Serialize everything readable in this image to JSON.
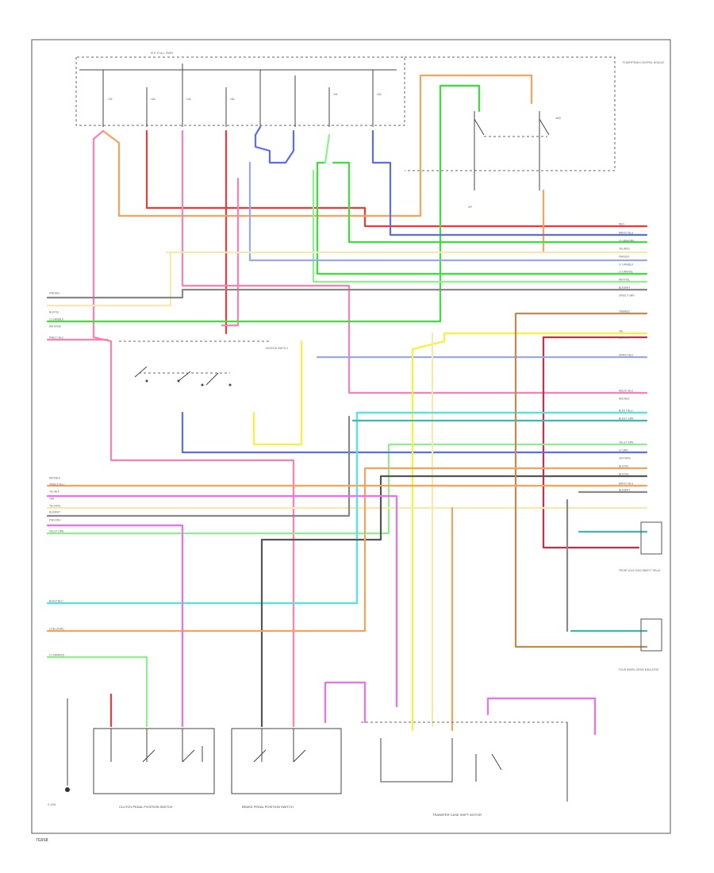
{
  "colors": {
    "red": "#f03a3a",
    "orange": "#f7a35c",
    "pink": "#ff7fb0",
    "magenta": "#f06cf0",
    "green": "#3be03b",
    "light_green": "#8df08d",
    "blue": "#5a6cf0",
    "light_blue": "#9aa6f7",
    "yellow": "#f7f33c",
    "light_yellow": "#f5e9b0",
    "cyan": "#4ce8e8",
    "teal": "#3cb8b0",
    "grey": "#888888",
    "dark_grey": "#555555",
    "brown": "#c08a50",
    "dark_red": "#c0304a"
  },
  "footer_code": "7G9S8",
  "captions": {
    "fuse_box": "HOT AT ALL TIMES",
    "pcm_box": "POWERTRAIN CONTROL MODULE",
    "clutch_switch": "CLUTCH PEDAL POSITION SWITCH",
    "brake_switch": "BRAKE PEDAL POSITION SWITCH",
    "transfer_case": "TRANSFER CASE SHIFT MOTOR",
    "ignition": "IGNITION SWITCH",
    "sensor_1": "FRONT AXLE DISCONNECT RELAY",
    "sensor_2": "FOUR WHEEL DRIVE INDICATOR"
  },
  "wire_labels": {
    "left": [
      "PNK/BLK",
      "BLK/YEL",
      "LT GRN/BLK",
      "WHT/PNK",
      "PNK/LT BLU",
      "WHT/BLK",
      "ORG/LT BLU",
      "YEL/BLK",
      "TAN",
      "YEL/ORG",
      "BLK/WHT",
      "PNK/ORG",
      "YEL/LT GRN",
      "BLK/LT BLU",
      "LT BLU/ORG",
      "LT GRN/RED"
    ],
    "right": [
      "RED",
      "BRN/LT BLU",
      "LT GRN/ORG",
      "YEL/RED",
      "PNK/BLK",
      "LT GRN/BLK",
      "LT GRN/YEL",
      "WHT/YEL",
      "BLK/WHT",
      "ORG/LT GRN",
      "TAN/RED",
      "YEL",
      "BLK/PNK",
      "GRN/LT BLU",
      "RED/LT BLU",
      "RED/BLK",
      "BLK/LT BLU",
      "BLK/LT GRN",
      "YEL/LT GRN",
      "LT GRN",
      "GRY/ORG",
      "BLK/YEL",
      "BLK/YEL",
      "BRN/LT BLU",
      "BLK/WHT"
    ]
  }
}
